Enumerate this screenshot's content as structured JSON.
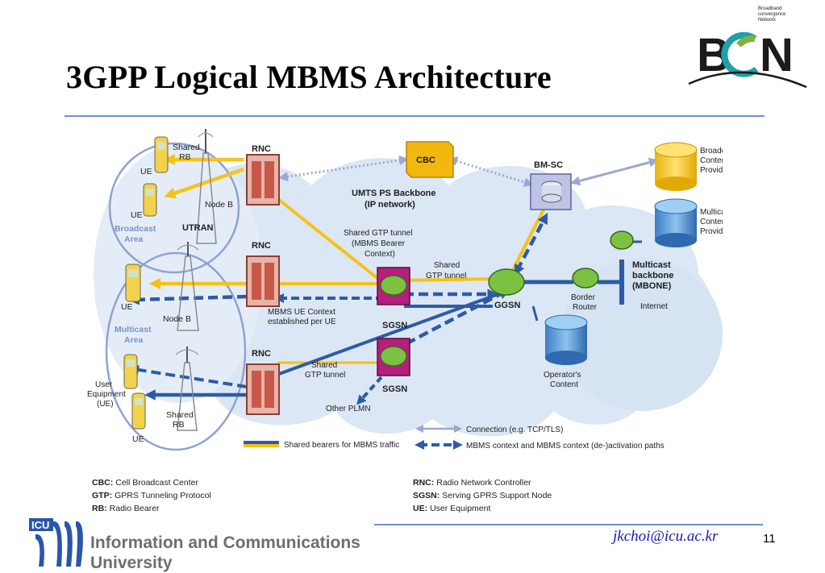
{
  "slide": {
    "title": "3GPP Logical MBMS Architecture",
    "logo": {
      "caption_lines": [
        "Broadband",
        "convergence",
        "Network"
      ],
      "wordmark": "BcN"
    },
    "footer": {
      "university_lines": [
        "Information and Communications",
        "University"
      ],
      "logo_text": "ICU",
      "email": "jkchoi@icu.ac.kr",
      "page_number": "11"
    }
  },
  "diagram": {
    "areas": {
      "broadcast": "Broadcast Area",
      "multicast": "Multicast Area",
      "utran": "UTRAN"
    },
    "nodes": {
      "rnc_top": "RNC",
      "rnc_mid": "RNC",
      "rnc_bot": "RNC",
      "cbc": "CBC",
      "bmsc": "BM-SC",
      "sgsn_main": "SGSN",
      "sgsn_lower": "SGSN",
      "ggsn": "GGSN",
      "border_router": "Border Router",
      "broadcast_provider": "Broadcast Content Provider",
      "multicast_provider": "Multicast Content Provider",
      "operators_content": "Operator's Content",
      "mbone": "Multicast backbone (MBONE)",
      "internet": "Internet",
      "other_plmn": "Other PLMN",
      "umts_backbone": "UMTS PS Backbone (IP network)",
      "node_b_top": "Node B",
      "node_b_mid": "Node B",
      "shared_rb_top": "Shared RB",
      "shared_rb_bottom": "Shared RB",
      "ue_1": "UE",
      "ue_2": "UE",
      "ue_3": "UE",
      "ue_4": "UE",
      "user_equipment": "User Equipment (UE)"
    },
    "annotations": {
      "shared_gtp_tunnel_bearer": "Shared GTP tunnel (MBMS Bearer Context)",
      "shared_gtp_tunnel_1": "Shared GTP tunnel",
      "shared_gtp_tunnel_2": "Shared GTP tunnel",
      "mbms_ue_context": "MBMS UE Context established per UE"
    },
    "legend": {
      "connection": "Connection (e.g. TCP/TLS)",
      "shared_bearers": "Shared bearers for MBMS traffic",
      "mbms_context": "MBMS context and MBMS context (de-)activation paths"
    },
    "abbreviations": [
      {
        "abbr": "CBC:",
        "text": "Cell Broadcast Center"
      },
      {
        "abbr": "GTP:",
        "text": "GPRS Tunneling Protocol"
      },
      {
        "abbr": "RB:",
        "text": "Radio Bearer"
      },
      {
        "abbr": "RNC:",
        "text": "Radio Network Controller"
      },
      {
        "abbr": "SGSN:",
        "text": "Serving GPRS Support Node"
      },
      {
        "abbr": "UE:",
        "text": "User Equipment"
      }
    ]
  },
  "colors": {
    "bearer_yellow": "#f5c21a",
    "bearer_blue": "#2d5ba6",
    "cloud": "#dbe7f4",
    "area_ring": "#8da3d6",
    "title_rule": "#6f8fd6"
  }
}
